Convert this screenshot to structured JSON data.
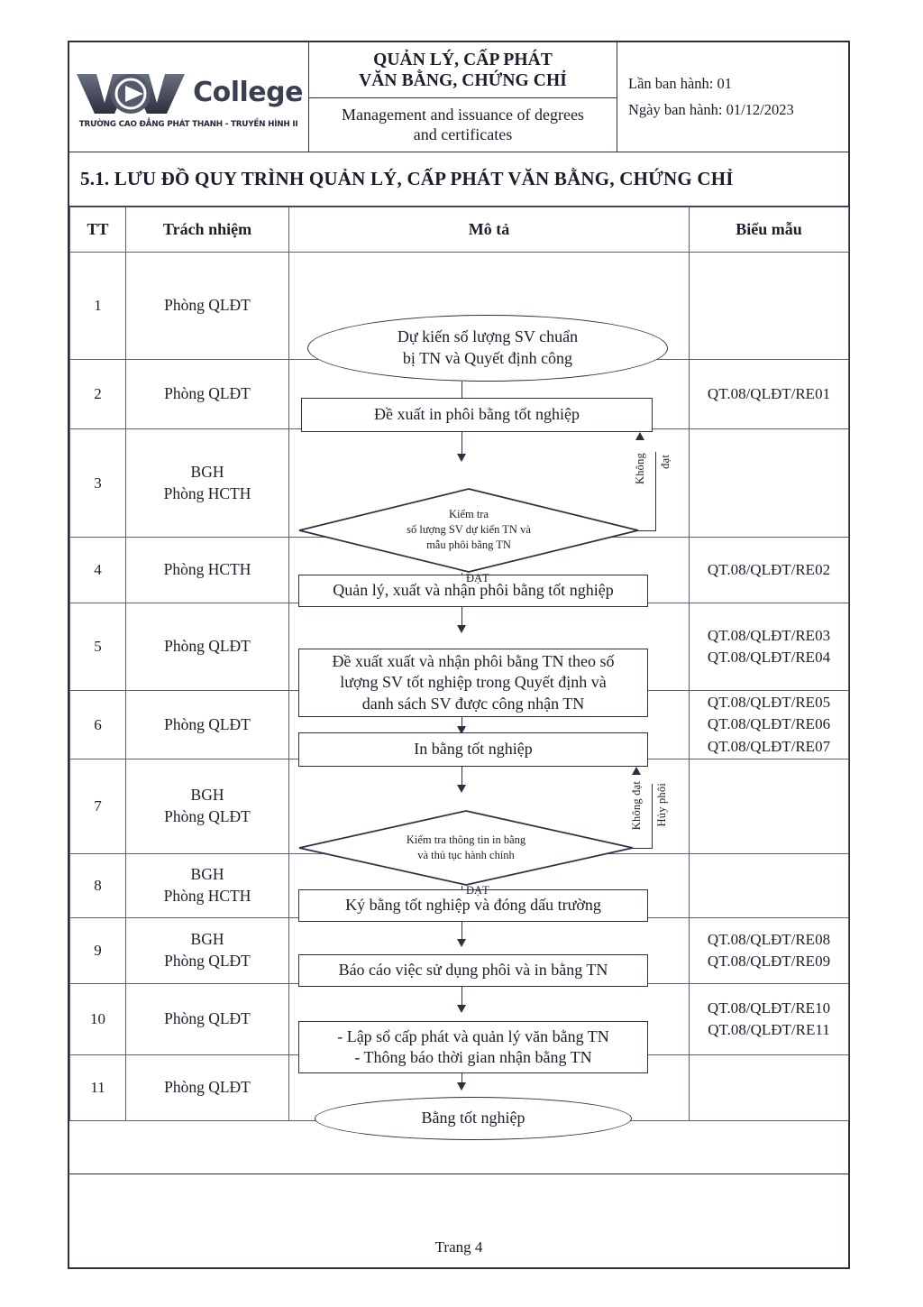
{
  "header": {
    "logo": {
      "brand": "VOV",
      "college_word": "College",
      "subtitle": "TRƯỜNG CAO ĐẲNG PHÁT THANH - TRUYỀN HÌNH II"
    },
    "title_vn_line1": "QUẢN LÝ, CẤP PHÁT",
    "title_vn_line2": "VĂN BẰNG, CHỨNG CHỈ",
    "title_en_line1": "Management and issuance of degrees",
    "title_en_line2": "and certificates",
    "issue_number": "Lần ban hành: 01",
    "issue_date": "Ngày ban hành: 01/12/2023"
  },
  "section": {
    "title": "5.1. LƯU ĐỒ QUY TRÌNH QUẢN LÝ, CẤP PHÁT VĂN BẰNG, CHỨNG CHỈ"
  },
  "table": {
    "columns": {
      "tt": "TT",
      "responsibility": "Trách nhiệm",
      "description": "Mô tả",
      "form": "Biểu mẫu"
    },
    "rows": [
      {
        "tt": "1",
        "responsibility": [
          "Phòng QLĐT"
        ],
        "node_type": "oval",
        "node_text_line1": "Dự kiến số lượng SV chuẩn",
        "node_text_line2": "bị TN và Quyết định công",
        "forms": []
      },
      {
        "tt": "2",
        "responsibility": [
          "Phòng QLĐT"
        ],
        "node_type": "rect",
        "node_text_line1": "Đề xuất in phôi bằng tốt nghiệp",
        "forms": [
          "QT.08/QLĐT/RE01"
        ]
      },
      {
        "tt": "3",
        "responsibility": [
          "BGH",
          "Phòng HCTH"
        ],
        "node_type": "diamond",
        "node_text_line1": "Kiểm tra",
        "node_text_line2": "số lượng SV dự kiến TN và",
        "node_text_line3": "mẫu phôi bằng TN",
        "label_reject": "Không",
        "label_reject2": "đạt",
        "label_accept": "ĐẠT",
        "forms": []
      },
      {
        "tt": "4",
        "responsibility": [
          "Phòng HCTH"
        ],
        "node_type": "rect",
        "node_text_line1": "Quản lý, xuất và nhận phôi bằng tốt nghiệp",
        "forms": [
          "QT.08/QLĐT/RE02"
        ]
      },
      {
        "tt": "5",
        "responsibility": [
          "Phòng QLĐT"
        ],
        "node_type": "rect",
        "node_text_line1": "Đề xuất xuất và nhận phôi bằng TN theo số",
        "node_text_line2": "lượng SV tốt nghiệp trong Quyết định và",
        "node_text_line3": "danh sách SV được công nhận TN",
        "forms": [
          "QT.08/QLĐT/RE03",
          "QT.08/QLĐT/RE04"
        ]
      },
      {
        "tt": "6",
        "responsibility": [
          "Phòng QLĐT"
        ],
        "node_type": "rect",
        "node_text_line1": "In bằng tốt nghiệp",
        "forms": [
          "QT.08/QLĐT/RE05",
          "QT.08/QLĐT/RE06",
          "QT.08/QLĐT/RE07"
        ]
      },
      {
        "tt": "7",
        "responsibility": [
          "BGH",
          "Phòng QLĐT"
        ],
        "node_type": "diamond",
        "node_text_line1": "Kiểm tra thông tin in bằng",
        "node_text_line2": "và thủ tục hành chính",
        "label_reject": "Không đạt",
        "label_reject2": "Hủy phôi",
        "label_accept": "ĐẠT",
        "forms": []
      },
      {
        "tt": "8",
        "responsibility": [
          "BGH",
          "Phòng HCTH"
        ],
        "node_type": "rect",
        "node_text_line1": "Ký bằng tốt nghiệp và đóng dấu trường",
        "forms": []
      },
      {
        "tt": "9",
        "responsibility": [
          "BGH",
          "Phòng QLĐT"
        ],
        "node_type": "rect",
        "node_text_line1": "Báo cáo việc sử dụng phôi và in bằng TN",
        "forms": [
          "QT.08/QLĐT/RE08",
          "QT.08/QLĐT/RE09"
        ]
      },
      {
        "tt": "10",
        "responsibility": [
          "Phòng QLĐT"
        ],
        "node_type": "rect",
        "node_text_line1": "- Lập sổ cấp phát và quản lý văn bằng TN",
        "node_text_line2": "- Thông báo thời gian nhận bằng TN",
        "forms": [
          "QT.08/QLĐT/RE10",
          "QT.08/QLĐT/RE11"
        ]
      },
      {
        "tt": "11",
        "responsibility": [
          "Phòng QLĐT"
        ],
        "node_type": "oval",
        "node_text_line1": "Bằng tốt nghiệp",
        "forms": []
      }
    ]
  },
  "footer": {
    "page_label": "Trang 4"
  },
  "colors": {
    "ink": "#1b1d2b",
    "rule": "#2c3040",
    "thin_rule": "#5a6175"
  }
}
